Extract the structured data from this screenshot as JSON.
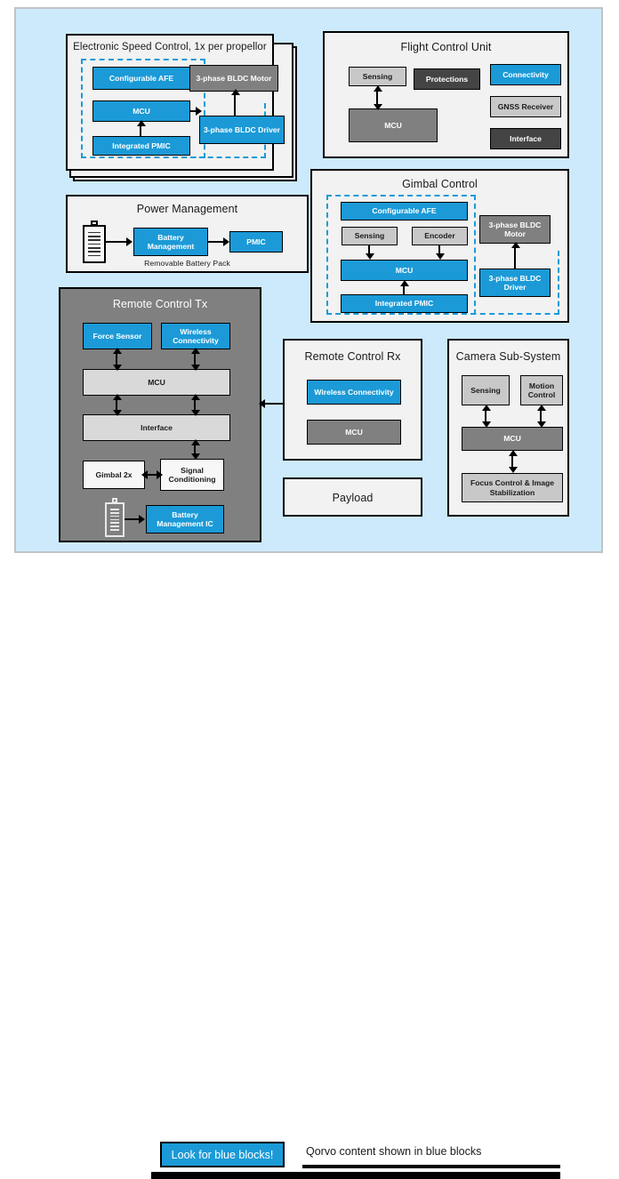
{
  "slide": {
    "background_color": "#cdeafc",
    "accent_color": "#1b9ad7"
  },
  "panels": {
    "esc": {
      "title": "Electronic Speed Control, 1x per propellor",
      "blocks": {
        "afe": "Configurable AFE",
        "mcu": "MCU",
        "pmic": "Integrated PMIC",
        "motor": "3-phase BLDC Motor",
        "driver": "3-phase BLDC Driver"
      }
    },
    "fcu": {
      "title": "Flight Control Unit",
      "blocks": {
        "sensing": "Sensing",
        "protections": "Protections",
        "connectivity": "Connectivity",
        "mcu": "MCU",
        "gnss": "GNSS Receiver",
        "interface": "Interface"
      }
    },
    "power": {
      "title": "Power Management",
      "caption": "Removable Battery Pack",
      "blocks": {
        "battery_management": "Battery Management",
        "pmic": "PMIC"
      }
    },
    "gimbal": {
      "title": "Gimbal Control",
      "blocks": {
        "afe": "Configurable AFE",
        "sensing": "Sensing",
        "encoder": "Encoder",
        "mcu": "MCU",
        "pmic": "Integrated PMIC",
        "motor": "3-phase BLDC Motor",
        "driver": "3-phase BLDC Driver"
      }
    },
    "rc_tx": {
      "title": "Remote Control Tx",
      "blocks": {
        "force_sensor": "Force Sensor",
        "wireless": "Wireless Connectivity",
        "mcu": "MCU",
        "interface": "Interface",
        "gimbal": "Gimbal 2x",
        "signal_conditioning": "Signal Conditioning",
        "battery_ic": "Battery Management IC"
      }
    },
    "rc_rx": {
      "title": "Remote Control Rx",
      "blocks": {
        "wireless": "Wireless Connectivity",
        "mcu": "MCU"
      }
    },
    "payload": {
      "title": "Payload"
    },
    "camera": {
      "title": "Camera Sub-System",
      "blocks": {
        "sensing": "Sensing",
        "motion_control": "Motion Control",
        "mcu": "MCU",
        "focus": "Focus Control & Image Stabilization"
      }
    }
  },
  "legend": {
    "button_label": "Look for blue blocks!",
    "note": "Qorvo content shown in blue blocks"
  }
}
